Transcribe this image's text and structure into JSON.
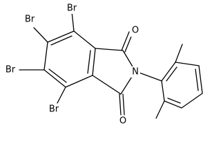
{
  "molecule": {
    "atom_labels": {
      "br_top": "Br",
      "br_upper_left": "Br",
      "br_lower_left": "Br",
      "br_bottom": "Br",
      "o_top": "O",
      "n": "N",
      "o_bottom": "O"
    }
  }
}
